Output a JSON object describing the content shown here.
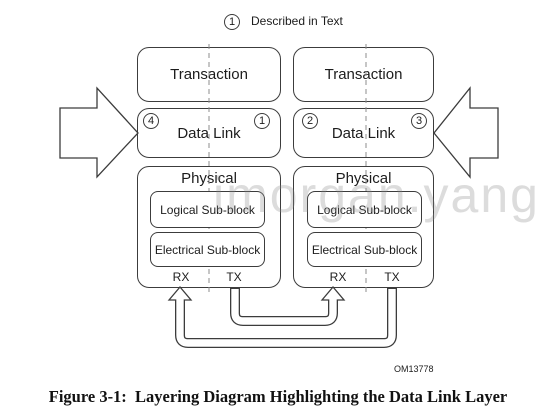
{
  "legend": {
    "marker": "1",
    "text": "Described in Text"
  },
  "stacks": [
    {
      "transaction": "Transaction",
      "data_link": "Data Link",
      "markers": [
        "4",
        "1"
      ],
      "physical": "Physical",
      "logical": "Logical Sub-block",
      "electrical": "Electrical Sub-block",
      "rx": "RX",
      "tx": "TX"
    },
    {
      "transaction": "Transaction",
      "data_link": "Data Link",
      "markers": [
        "2",
        "3"
      ],
      "physical": "Physical",
      "logical": "Logical Sub-block",
      "electrical": "Electrical Sub-block",
      "rx": "RX",
      "tx": "TX"
    }
  ],
  "figure_code": "OM13778",
  "caption": "Figure 3-1:  Layering Diagram Highlighting the Data Link Layer",
  "watermark": "imorgan.yang",
  "colors": {
    "line": "#3c3c3c",
    "text": "#1c1c1c",
    "dash": "#8c8c8c"
  }
}
